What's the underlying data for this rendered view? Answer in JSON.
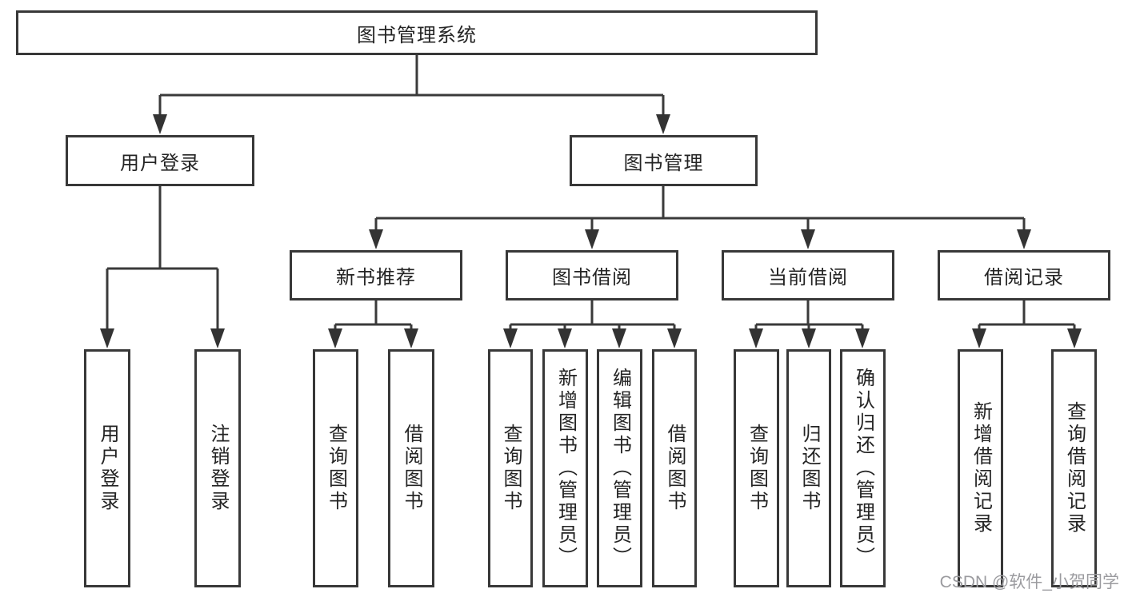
{
  "diagram": {
    "root": {
      "label": "图书管理系统"
    },
    "level2": {
      "user_login": {
        "label": "用户登录"
      },
      "book_mgmt": {
        "label": "图书管理"
      }
    },
    "level3": {
      "new_book_rec": {
        "label": "新书推荐"
      },
      "book_borrow": {
        "label": "图书借阅"
      },
      "current_borrow": {
        "label": "当前借阅"
      },
      "borrow_records": {
        "label": "借阅记录"
      }
    },
    "leaves": {
      "user_login_leaf": {
        "label": "用户登录"
      },
      "logout_leaf": {
        "label": "注销登录"
      },
      "rec_query_books": {
        "label": "查询图书"
      },
      "rec_borrow_books": {
        "label": "借阅图书"
      },
      "bb_query_books": {
        "label": "查询图书"
      },
      "bb_add_books": {
        "label": "新增图书（管理员）"
      },
      "bb_edit_books": {
        "label": "编辑图书（管理员）"
      },
      "bb_borrow_books": {
        "label": "借阅图书"
      },
      "cb_query_books": {
        "label": "查询图书"
      },
      "cb_return_books": {
        "label": "归还图书"
      },
      "cb_confirm_return": {
        "label": "确认归还（管理员）"
      },
      "br_add_record": {
        "label": "新增借阅记录"
      },
      "br_query_record": {
        "label": "查询借阅记录"
      }
    }
  },
  "watermark": {
    "text": "CSDN @软件_小贺同学"
  },
  "colors": {
    "line": "#3a3a3a",
    "box_border": "#383838",
    "text": "#242424",
    "watermark": "#9b9b9f",
    "background": "#ffffff"
  }
}
